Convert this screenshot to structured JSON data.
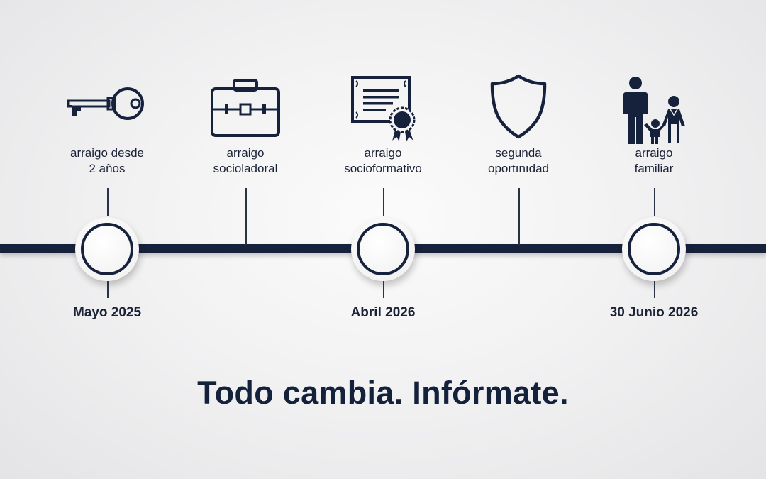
{
  "timeline": {
    "track_color": "#16223c",
    "items": [
      {
        "icon": "key-icon",
        "label_line1": "arraigo desde",
        "label_line2": "2 años",
        "date": "Mayo 2025",
        "has_node": true
      },
      {
        "icon": "briefcase-icon",
        "label_line1": "arraigo",
        "label_line2": "socioladoral",
        "date": "",
        "has_node": false
      },
      {
        "icon": "certificate-icon",
        "label_line1": "arraigo",
        "label_line2": "socioformativo",
        "date": "Abril 2026",
        "has_node": true
      },
      {
        "icon": "shield-icon",
        "label_line1": "segunda",
        "label_line2": "oportınıdad",
        "date": "",
        "has_node": false
      },
      {
        "icon": "family-icon",
        "label_line1": "arraigo",
        "label_line2": "familiar",
        "date": "30 Junio 2026",
        "has_node": true
      }
    ]
  },
  "slogan": "Todo cambia. Infórmate."
}
